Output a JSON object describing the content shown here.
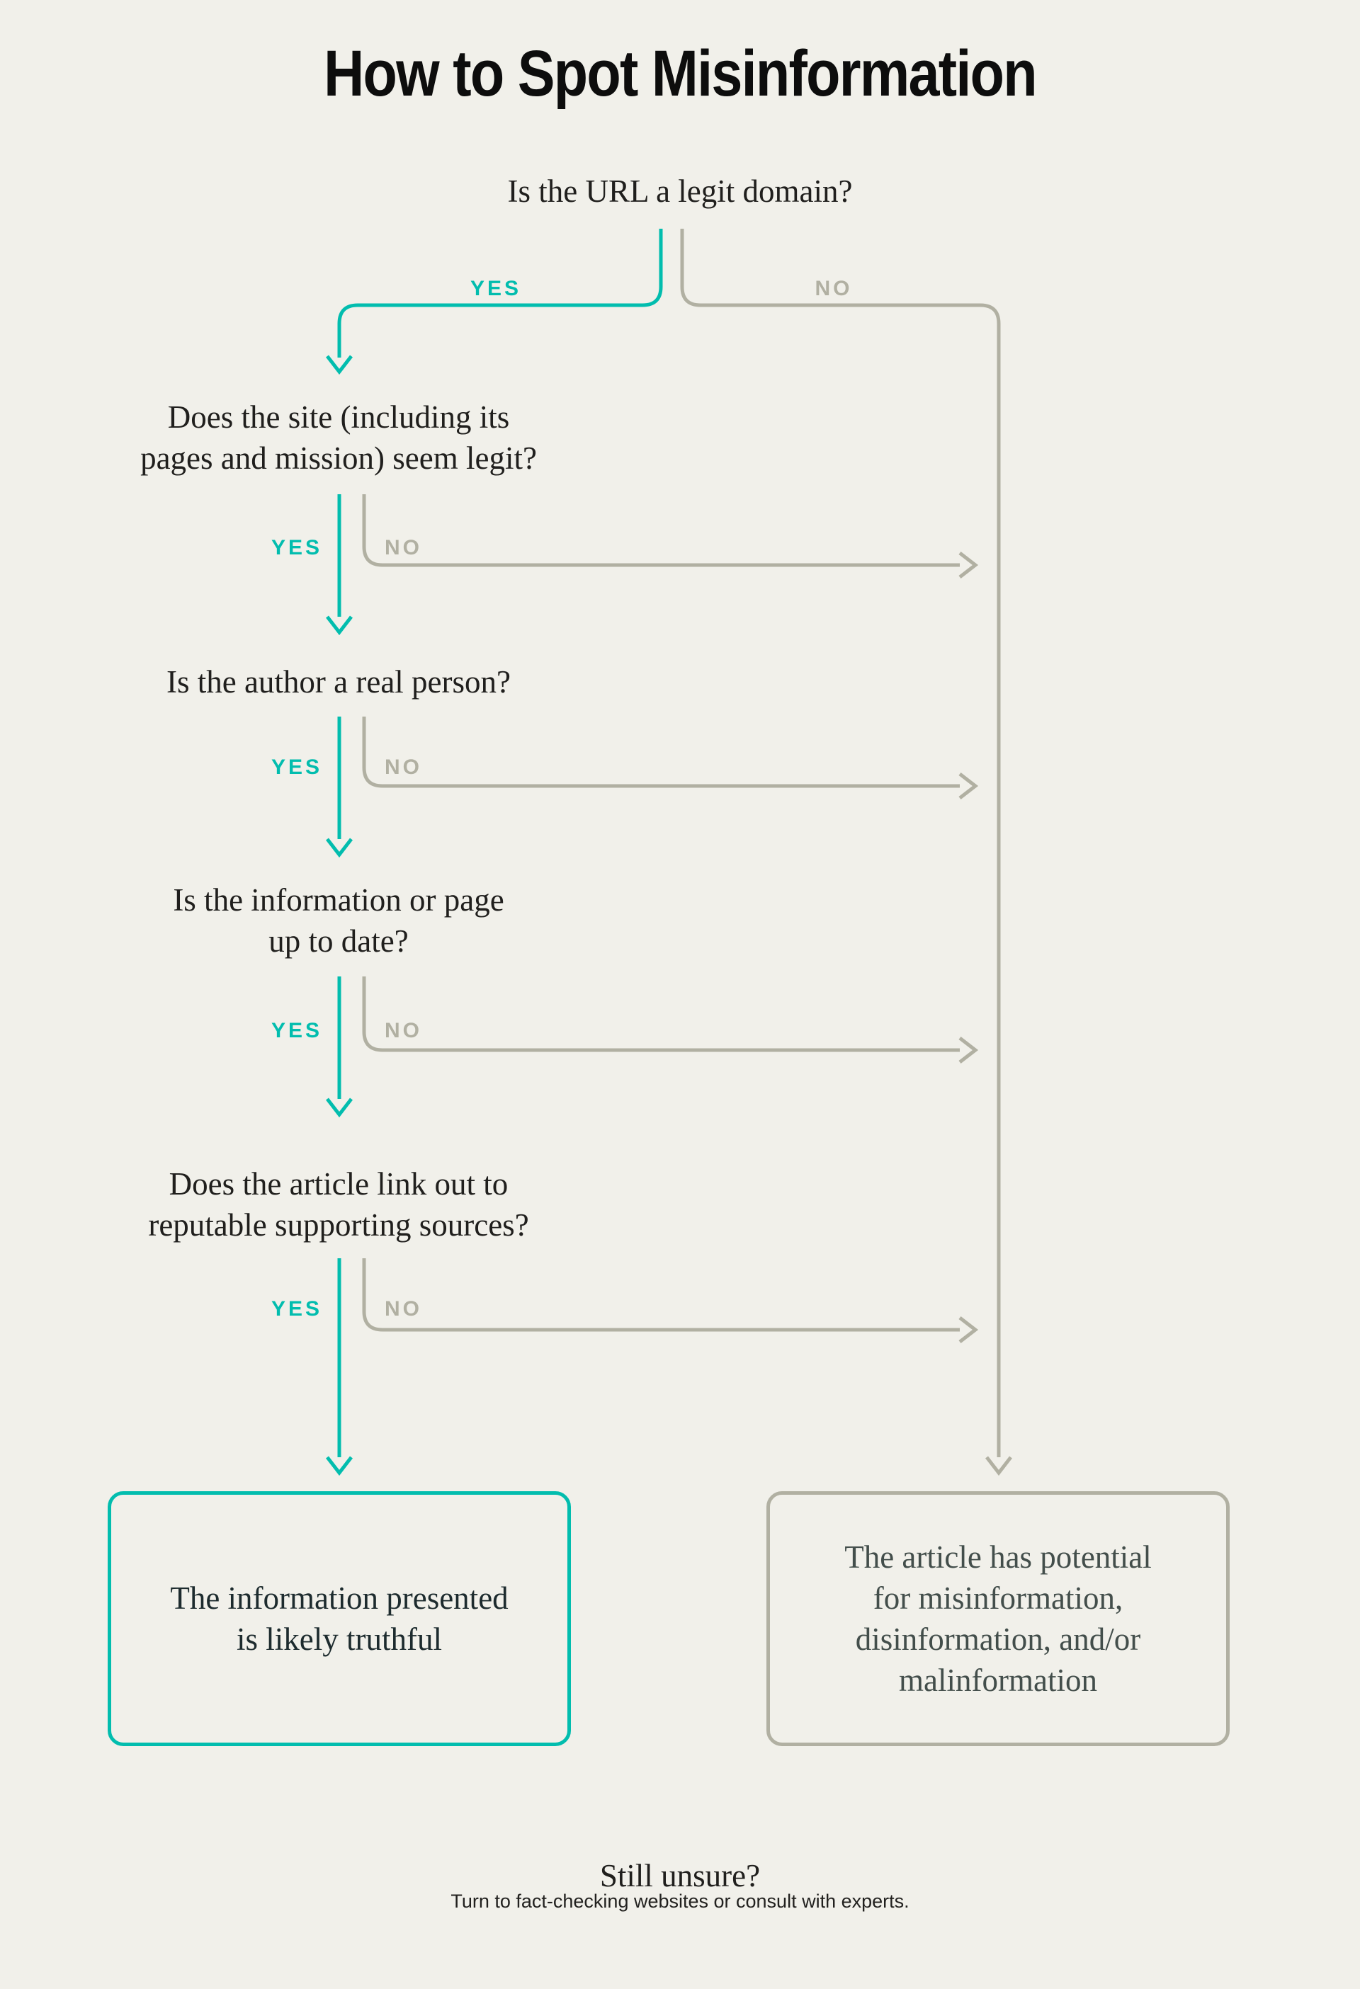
{
  "title": "How to Spot Misinformation",
  "colors": {
    "teal": "#02bdae",
    "gray": "#b1b0a2",
    "background": "#f1f0ea",
    "text_dark": "#201f1d"
  },
  "questions": [
    {
      "text": "Is the URL a legit domain?",
      "yes": "YES",
      "no": "NO"
    },
    {
      "text": "Does the site (including its\npages and mission) seem legit?",
      "yes": "YES",
      "no": "NO"
    },
    {
      "text": "Is the author a real person?",
      "yes": "YES",
      "no": "NO"
    },
    {
      "text": "Is the information or page\nup to date?",
      "yes": "YES",
      "no": "NO"
    },
    {
      "text": "Does the article link out to\nreputable supporting sources?",
      "yes": "YES",
      "no": "NO"
    }
  ],
  "outcomes": {
    "positive": "The information presented\nis likely truthful",
    "negative": "The article has potential\nfor misinformation,\ndisinformation, and/or\nmalinformation"
  },
  "footer": {
    "heading": "Still unsure?",
    "caption": "Turn to fact-checking websites or consult with experts."
  }
}
